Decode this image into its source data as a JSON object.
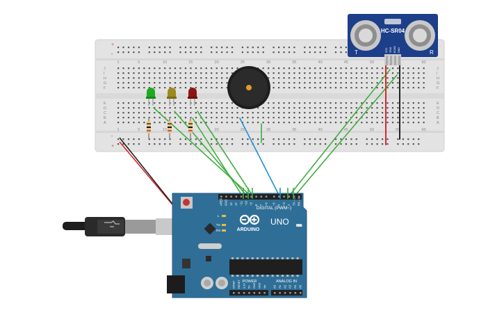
{
  "breadboard": {
    "row_letters_top": [
      "J",
      "I",
      "H",
      "G",
      "F"
    ],
    "row_letters_bottom": [
      "E",
      "D",
      "C",
      "B",
      "A"
    ],
    "column_numbers": [
      "1",
      "5",
      "10",
      "15",
      "20",
      "25",
      "30",
      "35",
      "40",
      "45",
      "50",
      "55",
      "60"
    ],
    "rail_plus": "+",
    "rail_minus": "-"
  },
  "sensor": {
    "model": "HC-SR04",
    "left_mark": "T",
    "right_mark": "R",
    "pins": [
      "VCC",
      "TRIG",
      "ECHO",
      "GND"
    ]
  },
  "arduino": {
    "brand": "ARDUINO",
    "model": "UNO",
    "digital_label": "DIGITAL (PWM~)",
    "power_label": "POWER",
    "analog_label": "ANALOG IN",
    "on_label": "ON",
    "l_label": "L",
    "tx_label": "TX",
    "rx_label": "RX",
    "top_header_labels": [
      "AREF",
      "GND",
      "13",
      "12",
      "~11",
      "~10",
      "~9",
      "8",
      "7",
      "~6",
      "~5",
      "4",
      "~3",
      "2",
      "TX→1",
      "RX←0"
    ],
    "power_header_labels": [
      "IOREF",
      "RESET",
      "3.3V",
      "5V",
      "GND",
      "GND",
      "Vin"
    ],
    "analog_header_labels": [
      "A0",
      "A1",
      "A2",
      "A3",
      "A4",
      "A5"
    ]
  },
  "leds": [
    {
      "color_name": "green",
      "color": "#1faa1f"
    },
    {
      "color_name": "yellow",
      "color": "#9c8a1c"
    },
    {
      "color_name": "red",
      "color": "#8f1414"
    }
  ],
  "wires": {
    "green": "#3fae3f",
    "blue": "#1e8fd6",
    "red": "#d42a2a",
    "black": "#222222"
  }
}
